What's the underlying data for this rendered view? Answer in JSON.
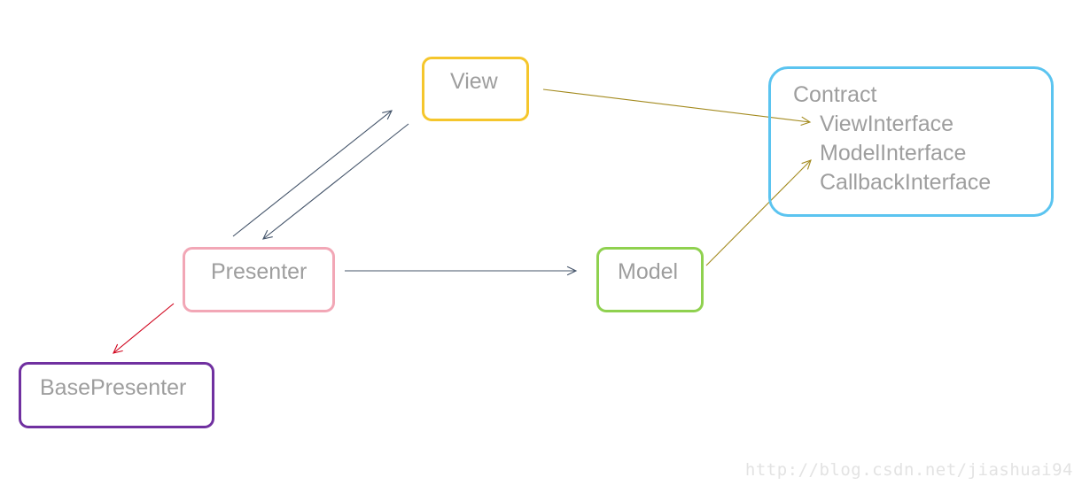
{
  "nodes": {
    "view": {
      "label": "View",
      "border_color": "#f5c62c"
    },
    "presenter": {
      "label": "Presenter",
      "border_color": "#f2a7b6"
    },
    "model": {
      "label": "Model",
      "border_color": "#8fd14f"
    },
    "base_presenter": {
      "label": "BasePresenter",
      "border_color": "#7030a0"
    },
    "contract": {
      "label": "Contract",
      "border_color": "#5bc4f0",
      "items": [
        "ViewInterface",
        "ModelInterface",
        "CallbackInterface"
      ]
    }
  },
  "edges": [
    {
      "from": "presenter",
      "to": "view",
      "color": "#44546a"
    },
    {
      "from": "view",
      "to": "presenter",
      "color": "#44546a"
    },
    {
      "from": "presenter",
      "to": "model",
      "color": "#44546a"
    },
    {
      "from": "presenter",
      "to": "base_presenter",
      "color": "#d0021b"
    },
    {
      "from": "view",
      "to": "contract",
      "color": "#a38a1e"
    },
    {
      "from": "model",
      "to": "contract",
      "color": "#a38a1e"
    }
  ],
  "watermark": "http://blog.csdn.net/jiashuai94"
}
